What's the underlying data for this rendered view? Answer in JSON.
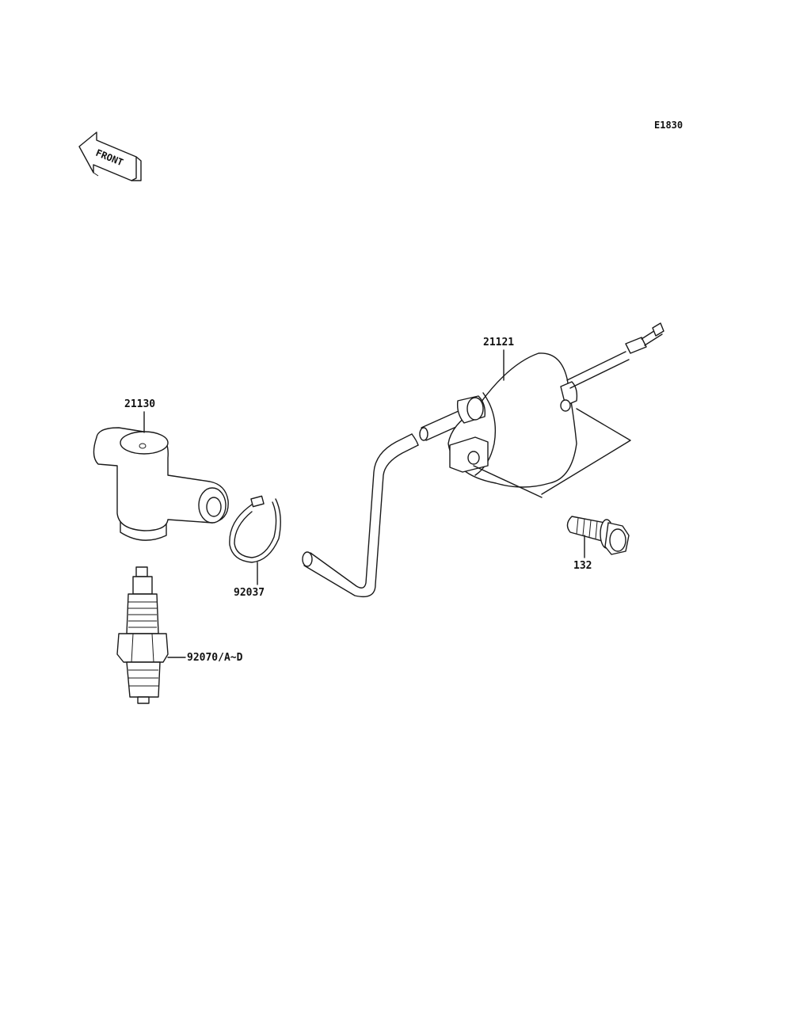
{
  "diagram_code": "E1830",
  "front_marker": "FRONT",
  "callouts": {
    "coil": "21121",
    "plug_cap": "21130",
    "clamp": "92037",
    "spark_plug": "92070/A~D",
    "bolt": "132"
  }
}
